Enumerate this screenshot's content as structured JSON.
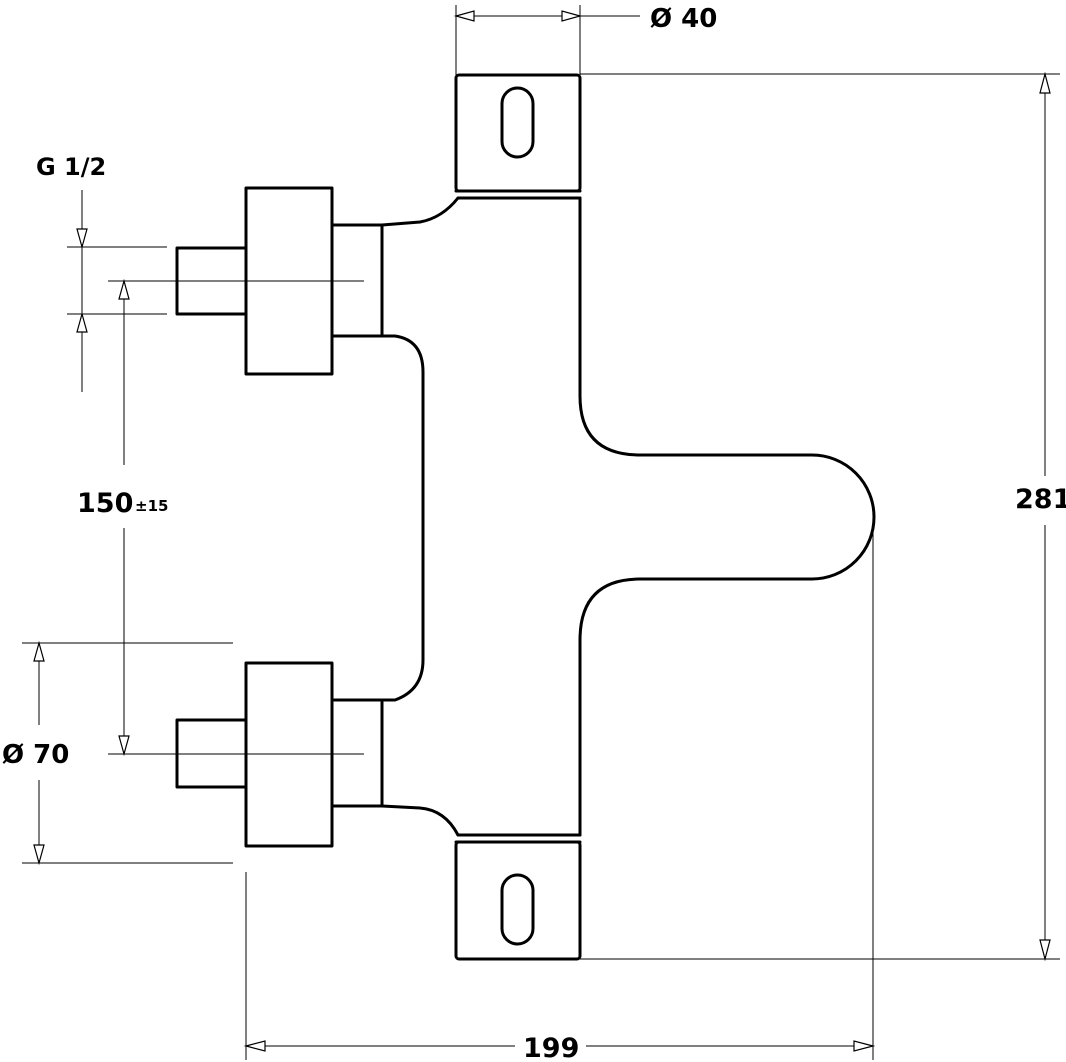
{
  "drawing": {
    "dim_top_diameter": "Ø 40",
    "dim_thread": "G 1/2",
    "dim_centers_value": "150",
    "dim_centers_tolerance": "±15",
    "dim_body_diameter": "Ø 70",
    "dim_height": "281",
    "dim_width": "199"
  }
}
